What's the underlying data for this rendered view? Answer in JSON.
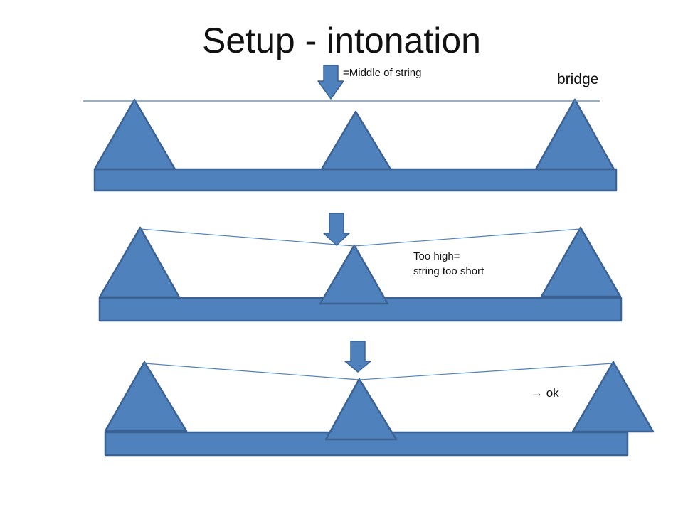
{
  "slide": {
    "title": "Setup - intonation",
    "labels": {
      "middle_of_string": "=Middle of string",
      "bridge": "bridge",
      "too_high": [
        "Too high=",
        "string too short"
      ],
      "ok": "→ ok"
    },
    "icons": {
      "down_arrow": "⬇",
      "right_arrow": "→"
    },
    "colors": {
      "shape_fill": "#4F81BD",
      "shape_stroke": "#3B6292",
      "string_line": "#4F81BD",
      "title_text": "#111111",
      "label_text": "#111111",
      "background": "#FFFFFF"
    }
  }
}
